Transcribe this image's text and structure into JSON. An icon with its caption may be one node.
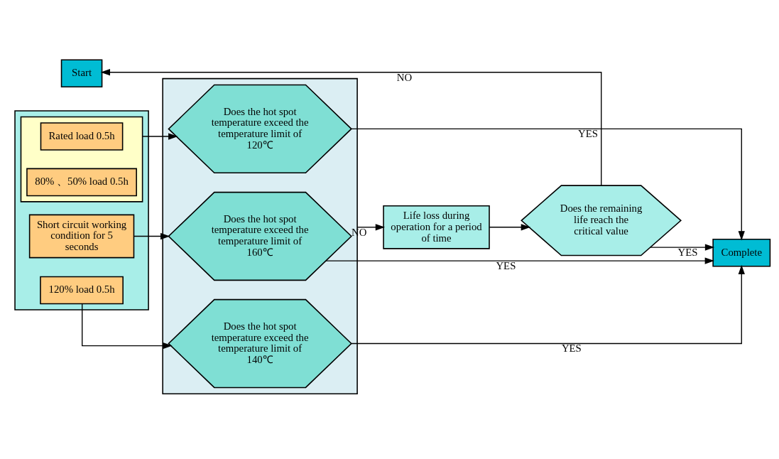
{
  "diagram": {
    "nodes": [
      {
        "text": [
          "Start"
        ]
      },
      {
        "text": [],
        "shape": "box"
      },
      {
        "text": [
          "Short circuit working condition for 5 seconds"
        ],
        "in": 1
      },
      {
        "text": [
          "120% load 0.5h"
        ],
        "in": 1
      },
      {
        "text": [],
        "shape": "box",
        "in": 1
      },
      {
        "text": [
          "Rated load 0.5h"
        ],
        "in": 4
      },
      {
        "text": [
          "80% 、50% load 0.5h"
        ],
        "in": 4
      },
      {
        "text": [],
        "shape": "box"
      },
      {
        "text": [
          "Does the hot spot temperature exceed the temperature limit of 160℃"
        ],
        "in": 7
      },
      {
        "text": [
          "Does the hot spot temperature exceed the temperature limit of 140℃"
        ],
        "in": 7
      },
      {
        "text": [
          "Does the hot spot temperature exceed the temperature limit of 120℃"
        ],
        "in": 7
      },
      {
        "text": [
          "Life loss during operation for a period of time"
        ]
      },
      {
        "text": [
          "Does the remaining life reach the critical value"
        ]
      },
      {
        "text": [
          "Complete"
        ]
      }
    ],
    "edges": [
      {
        "from": 12,
        "to": 0,
        "arrow": "to",
        "label": "NO"
      },
      {
        "from": 2,
        "to": 8,
        "arrow": "to"
      },
      {
        "from": 3,
        "to": 9,
        "arrow": "to"
      },
      {
        "from": 4,
        "to": 10,
        "arrow": "to"
      },
      {
        "from": 8,
        "to": 13,
        "arrow": "to",
        "label": "YES"
      },
      {
        "from": 9,
        "to": 13,
        "arrow": "to",
        "label": "YES"
      },
      {
        "from": 10,
        "to": 13,
        "arrow": "to",
        "label": "YES"
      },
      {
        "from": 7,
        "to": 11,
        "arrow": "to",
        "label": "NO"
      },
      {
        "from": 11,
        "to": 12,
        "arrow": "to"
      },
      {
        "from": 12,
        "to": 13,
        "arrow": "to",
        "label": "YES"
      }
    ]
  }
}
